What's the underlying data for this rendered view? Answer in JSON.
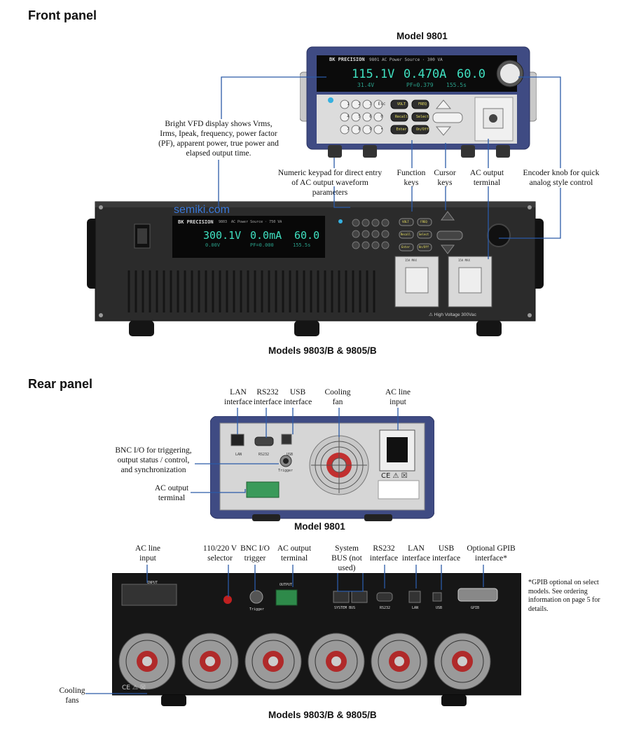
{
  "sections": {
    "front": "Front panel",
    "rear": "Rear panel"
  },
  "captions": {
    "front_top": "Model 9801",
    "front_bottom": "Models 9803/B & 9805/B",
    "rear_top": "Model 9801",
    "rear_bottom": "Models 9803/B & 9805/B"
  },
  "watermark": "semiki.com",
  "brand": "BK PRECISION",
  "front_9801": {
    "model_no": "9801",
    "sub": "AC Power Source · 300 VA",
    "volt": "115.1V",
    "amp": "0.470A",
    "freq": "60.0",
    "row2a": "31.4V",
    "row2b": "PF=0.379",
    "row2c": "155.5s",
    "keys": [
      "1",
      "2",
      "3",
      "Esc",
      "4",
      "5",
      "6",
      "0",
      "7",
      "8",
      "9",
      "•"
    ],
    "fn_keys": [
      "VOLT",
      "FREQ",
      "Recall",
      "Select",
      "Enter",
      "On/Off"
    ]
  },
  "front_9803": {
    "model_no": "9803",
    "sub": "AC Power Source · 750 VA",
    "volt": "300.1V",
    "amp": "0.0mA",
    "freq": "60.0",
    "row2a": "0.00V",
    "row2b": "PF=0.000",
    "row2c": "155.5s",
    "fn_keys": [
      "VOLT",
      "FREQ",
      "Recall",
      "Select",
      "Enter",
      "On/Off"
    ],
    "outlet_label": "15A MAX",
    "warning": "High Voltage 300Vac"
  },
  "front_callouts": {
    "display": "Bright VFD display shows Vrms, Irms, Ipeak, frequency, power factor (PF), apparent power, true power and elapsed output time.",
    "keypad": "Numeric keypad for direct entry of AC output waveform parameters",
    "function": "Function keys",
    "cursor": "Cursor keys",
    "ac_output": "AC output terminal",
    "encoder": "Encoder knob for quick analog style control"
  },
  "rear_9801_callouts": {
    "lan": "LAN interface",
    "rs232": "RS232 interface",
    "usb": "USB interface",
    "fan": "Cooling fan",
    "ac_input": "AC line input",
    "bnc": "BNC I/O for triggering, output status / control, and synchronization",
    "ac_output": "AC output terminal"
  },
  "rear_9803_callouts": {
    "ac_input": "AC line input",
    "selector": "110/220 V selector",
    "bnc": "BNC I/O trigger",
    "ac_output": "AC output terminal",
    "sysbus": "System BUS (not used)",
    "rs232": "RS232 interface",
    "lan": "LAN interface",
    "usb": "USB interface",
    "gpib": "Optional GPIB interface*",
    "fans": "Cooling fans"
  },
  "rear_labels": {
    "lan": "LAN",
    "rs232": "RS232",
    "usb": "USB",
    "trigger": "Trigger",
    "system_bus": "SYSTEM BUS",
    "gpib": "GPIB",
    "input": "INPUT",
    "output": "OUTPUT"
  },
  "gpib_note": "*GPIB optional on select models. See ordering information on page 5 for details."
}
